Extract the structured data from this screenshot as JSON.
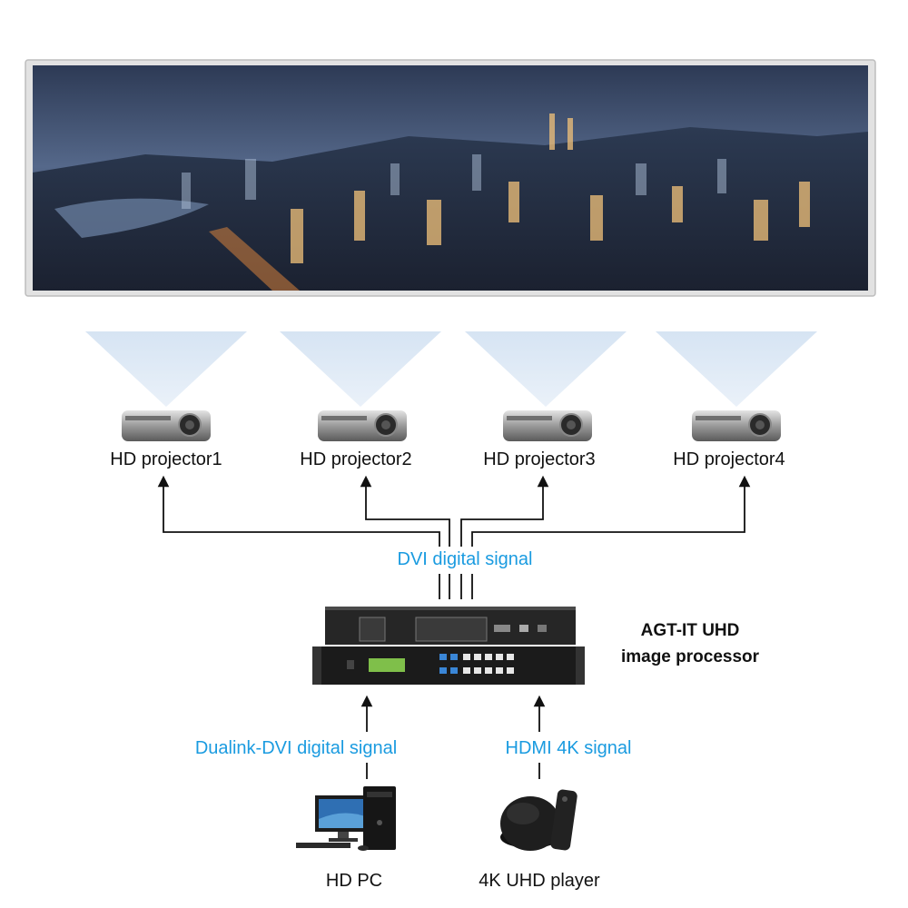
{
  "projectors": [
    {
      "label": "HD projector1"
    },
    {
      "label": "HD projector2"
    },
    {
      "label": "HD projector3"
    },
    {
      "label": "HD projector4"
    }
  ],
  "signals": {
    "dvi": "DVI digital signal",
    "dualink": "Dualink-DVI digital signal",
    "hdmi": "HDMI 4K signal"
  },
  "processor": {
    "line1": "AGT-IT UHD",
    "line2": "image processor"
  },
  "sources": {
    "pc": "HD PC",
    "player": "4K UHD player"
  },
  "colors": {
    "signal_blue": "#1a9be0",
    "line": "#111111",
    "beam": "#c9dcf0",
    "screen_frame": "#d8d8d8"
  }
}
